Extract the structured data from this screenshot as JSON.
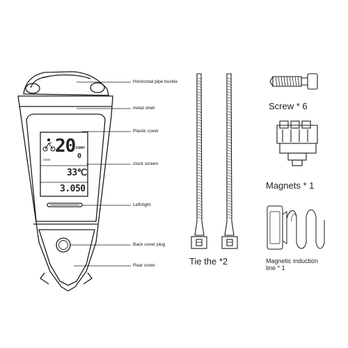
{
  "callouts": {
    "pipe_buckle": "Horizontal pipe buckle",
    "metal_shell": "metal shell",
    "plastic_cover": "Plastic cover",
    "clock_screen": "clock screen",
    "left_right": "Left/right",
    "back_cover_plug": "Back cover plug",
    "rear_cover": "Rear cover"
  },
  "accessories": {
    "screw": "Screw * 6",
    "magnets": "Magnets * 1",
    "tie": "Tie the *2",
    "line_1": "Magnetic induction",
    "line_2": "line * 1"
  },
  "display": {
    "speed": "20",
    "unit": "KM/H",
    "speed_decimal": "0",
    "odo": "ODO",
    "temperature": "33℃",
    "distance": "3.050"
  }
}
